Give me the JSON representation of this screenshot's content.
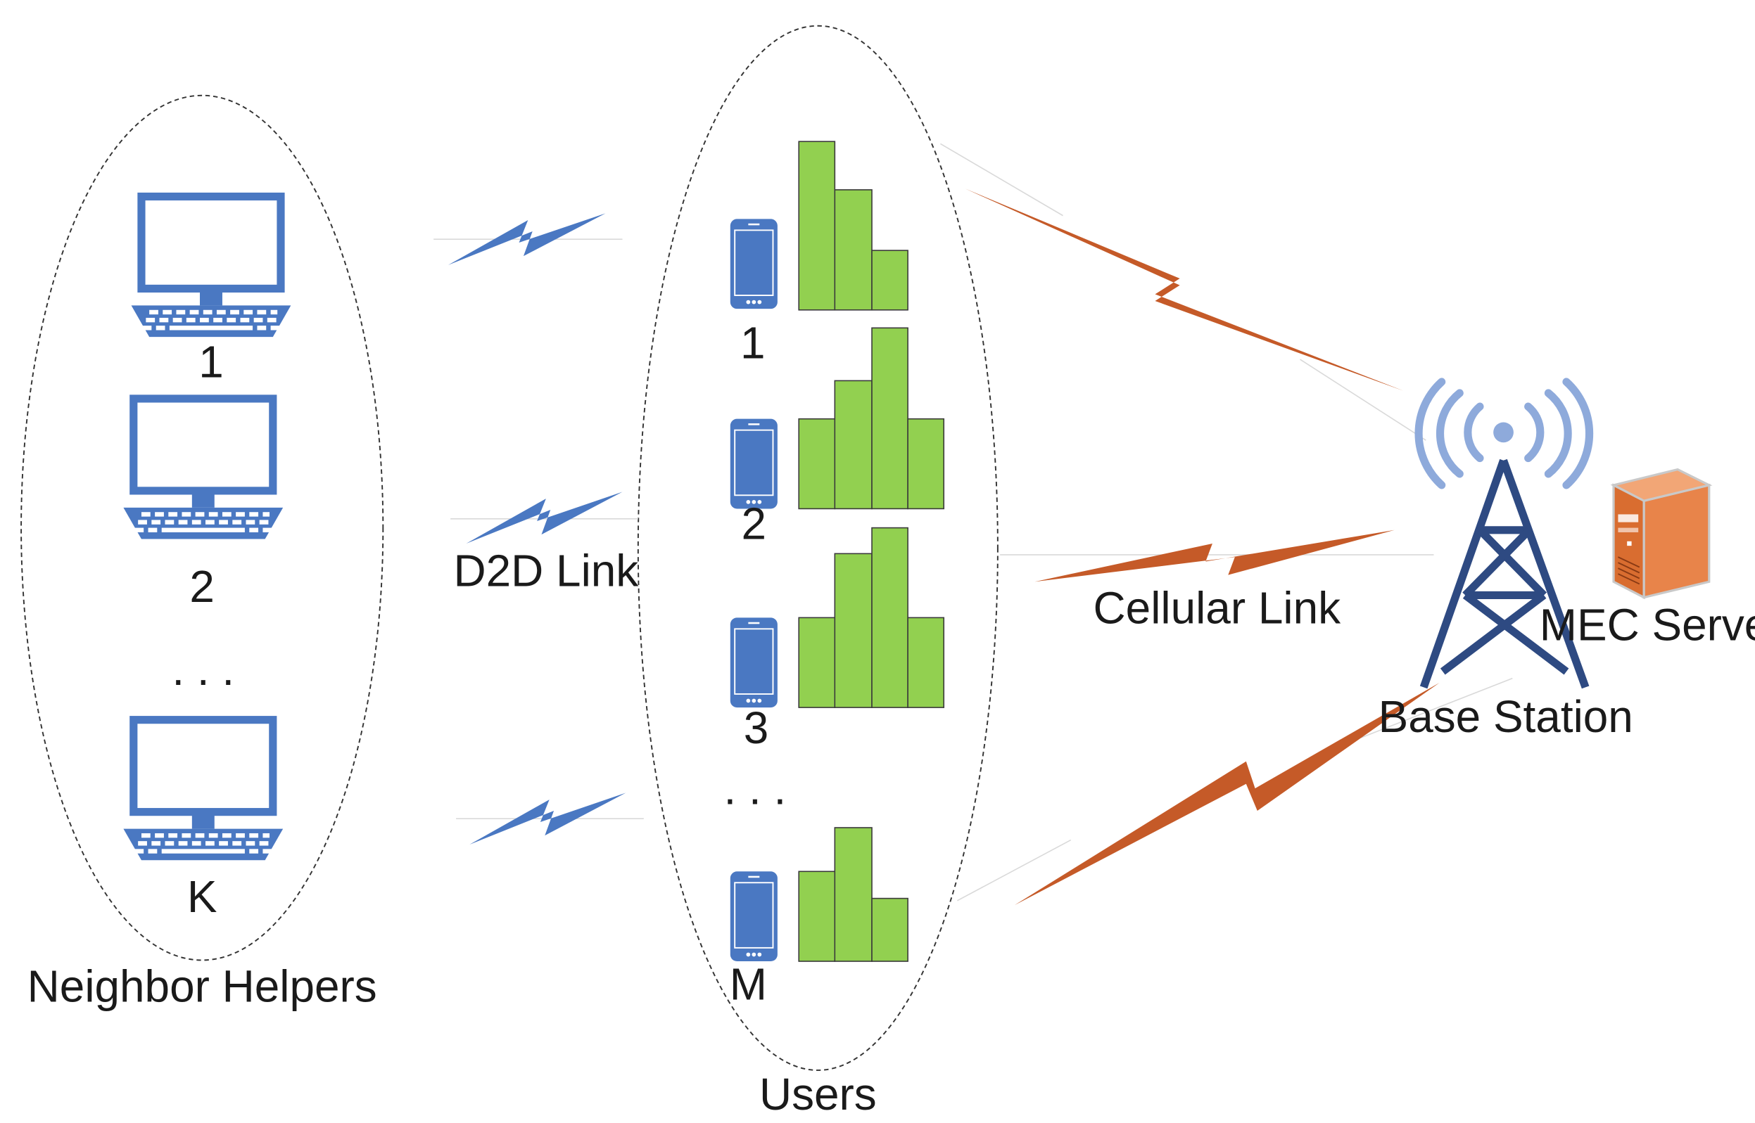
{
  "groups": {
    "helpers_label": "Neighbor Helpers",
    "users_label": "Users"
  },
  "helpers": [
    {
      "label": "1"
    },
    {
      "label": "2"
    },
    {
      "label": "K"
    }
  ],
  "helpers_ellipsis": ". . .",
  "users": [
    {
      "label": "1"
    },
    {
      "label": "2"
    },
    {
      "label": "3"
    },
    {
      "label": "M"
    }
  ],
  "users_ellipsis": ". . .",
  "links": {
    "d2d_label": "D2D Link",
    "cellular_label": "Cellular Link"
  },
  "infrastructure": {
    "base_station_label": "Base Station",
    "mec_server_label": "MEC Server"
  },
  "colors": {
    "device_blue": "#4a78c2",
    "queue_green": "#92d050",
    "cellular_orange": "#c55a28",
    "tower_navy": "#2e4a82",
    "signal_light_blue": "#8eaadb",
    "server_orange": "#e8844a"
  },
  "icons": {
    "helper": "laptop-icon",
    "user": "smartphone-icon",
    "d2d": "lightning-icon",
    "tower": "cell-tower-icon",
    "server": "server-icon"
  }
}
